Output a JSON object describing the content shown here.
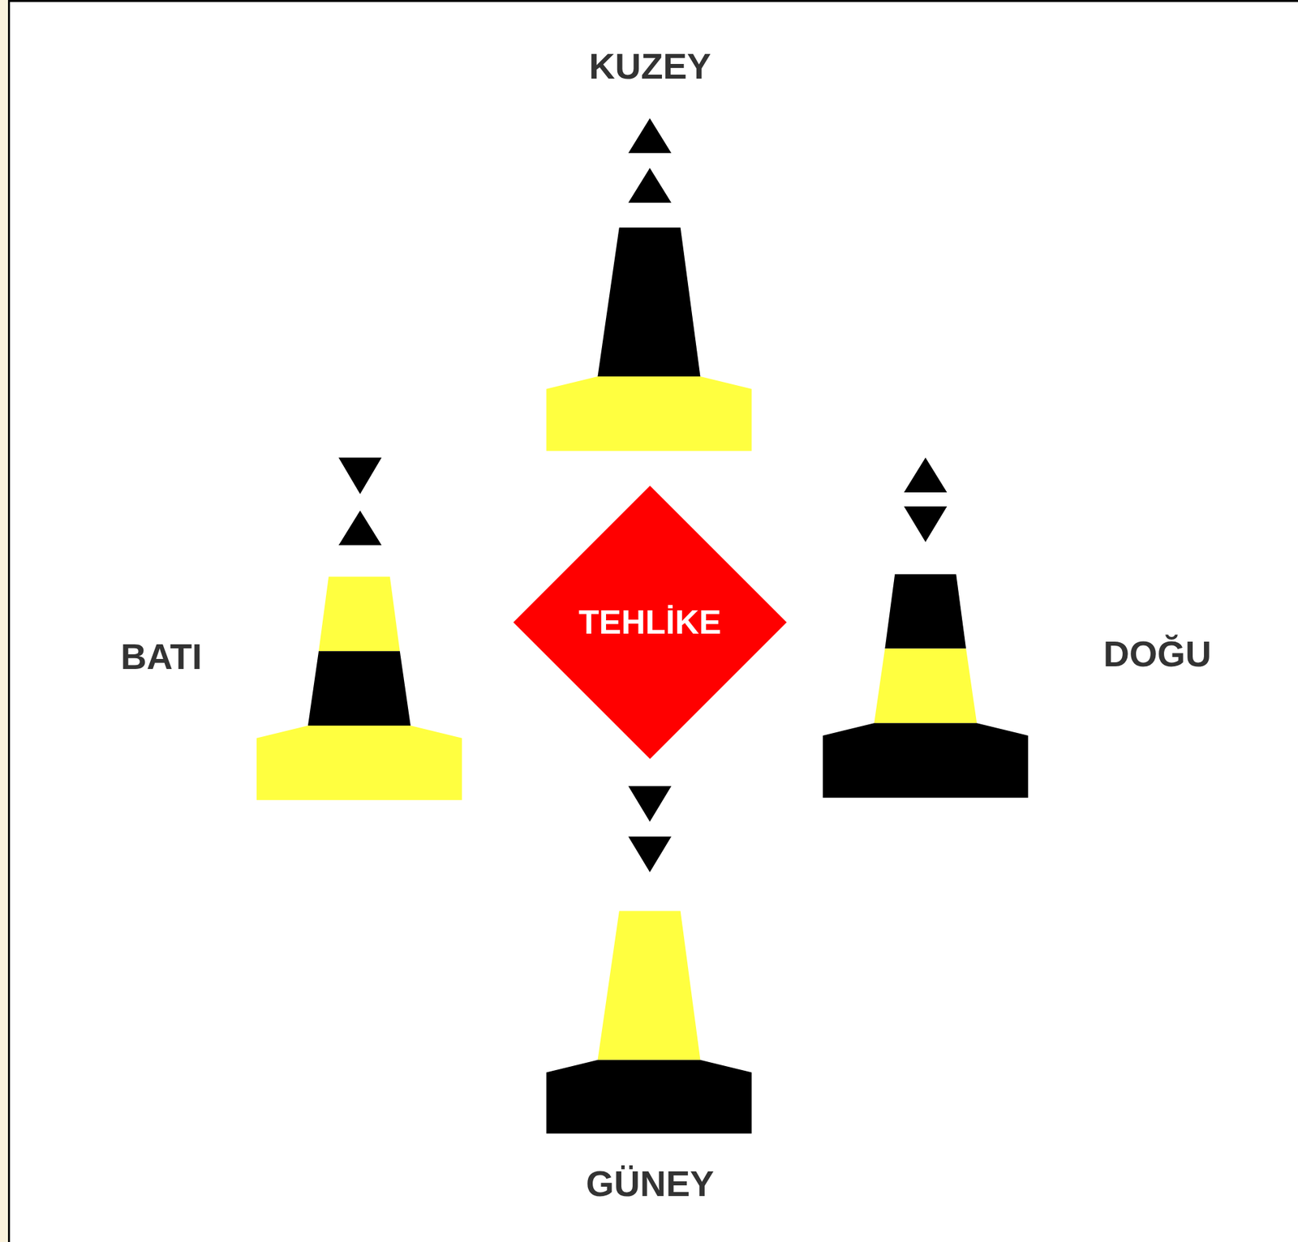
{
  "diagram": {
    "nodes": [
      {
        "text": [
          "TEHLİKE"
        ]
      }
    ],
    "labels": [
      "KUZEY",
      "BATI",
      "DOĞU",
      "GÜNEY"
    ]
  }
}
